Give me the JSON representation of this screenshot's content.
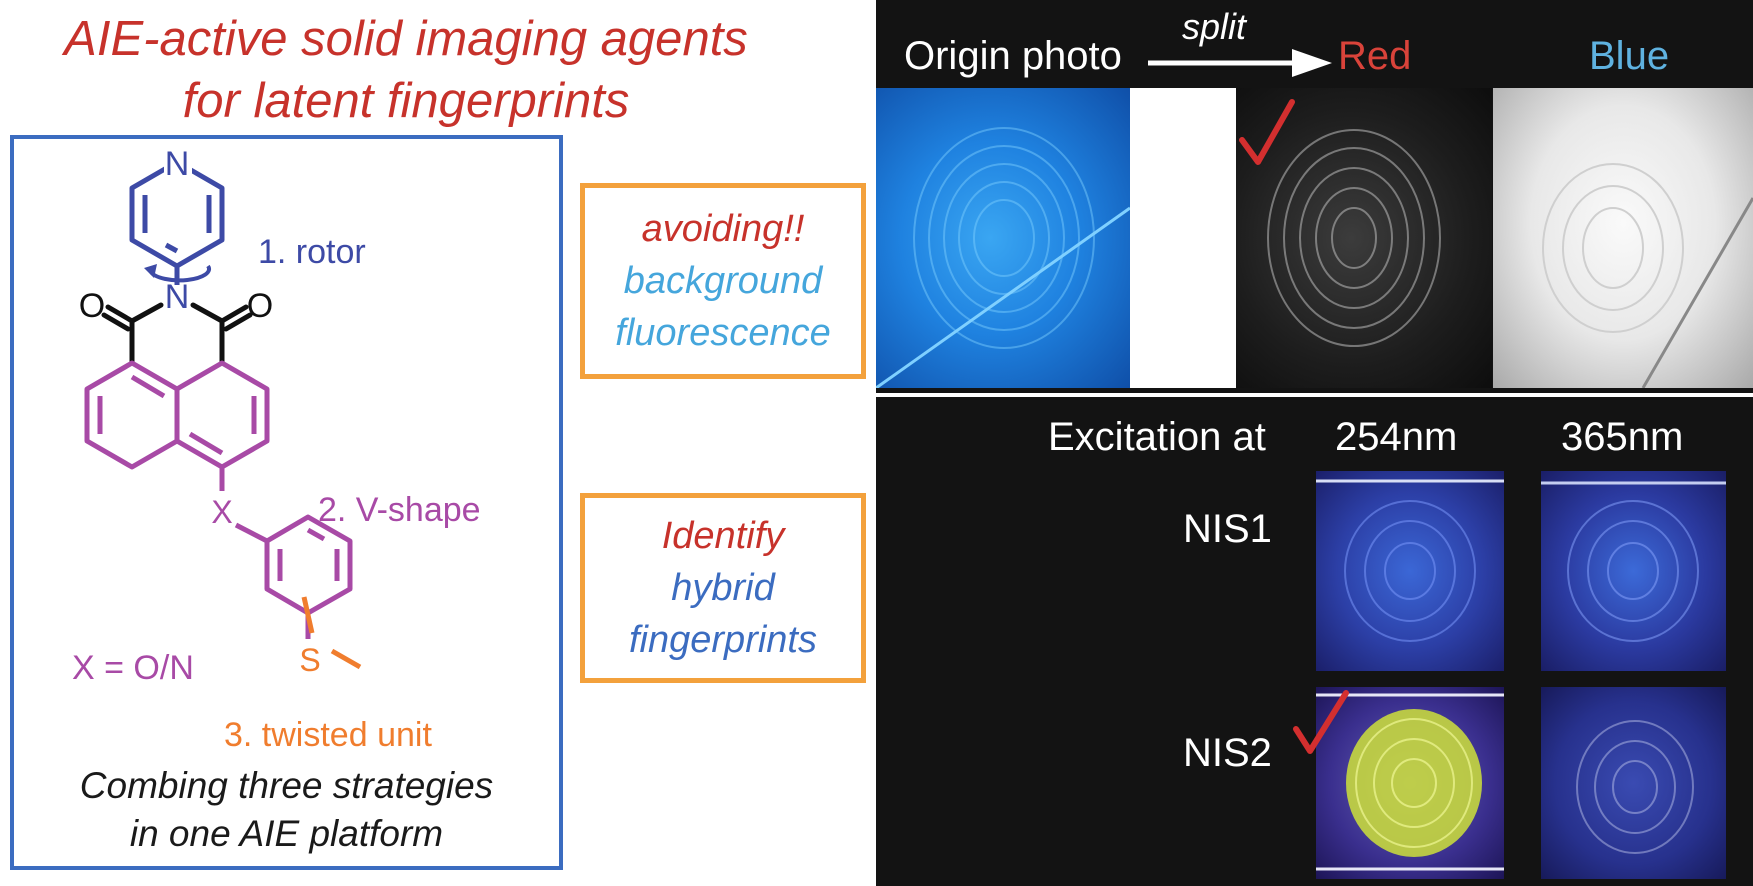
{
  "title": {
    "line1": "AIE-active solid imaging agents",
    "line2": "for latent fingerprints"
  },
  "molecule": {
    "nitrogen_top": "N",
    "nitrogen_imide": "N",
    "oxygen_left": "O",
    "oxygen_right": "O",
    "x_linker": "X",
    "sulfur": "S",
    "label_rotor": "1. rotor",
    "label_vshape": "2. V-shape",
    "label_x": "X = O/N",
    "label_twisted": "3. twisted unit"
  },
  "strategy_caption": {
    "line1": "Combing three strategies",
    "line2": "in one AIE platform"
  },
  "callout_top": {
    "line1": "avoiding!!",
    "line2": "background",
    "line3": "fluorescence"
  },
  "callout_bottom": {
    "line1": "Identify",
    "line2": "hybrid",
    "line3": "fingerprints"
  },
  "split_panel": {
    "origin_label": "Origin photo",
    "split_label": "split",
    "red_label": "Red",
    "blue_label": "Blue"
  },
  "excitation_panel": {
    "excitation_label": "Excitation at",
    "wavelength_1": "254nm",
    "wavelength_2": "365nm",
    "sample_1": "NIS1",
    "sample_2": "NIS2"
  },
  "colors": {
    "title_red": "#c7322b",
    "box_blue": "#3b6cc0",
    "rotor_blue": "#3d4aa6",
    "vshape_purple": "#a84aa6",
    "twisted_orange": "#f07d2e",
    "callout_orange": "#f3a13c",
    "checkmark_red": "#d32f2f"
  }
}
